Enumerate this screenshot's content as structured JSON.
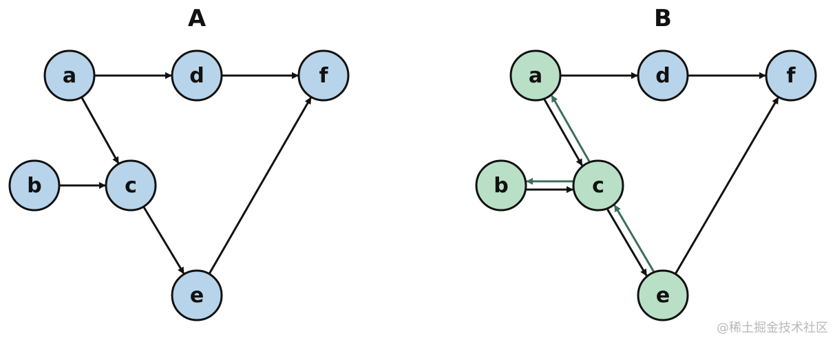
{
  "panels": [
    {
      "title": "A",
      "nodes": [
        {
          "id": "a",
          "label": "a",
          "color": "#b7d4ea"
        },
        {
          "id": "d",
          "label": "d",
          "color": "#b7d4ea"
        },
        {
          "id": "f",
          "label": "f",
          "color": "#b7d4ea"
        },
        {
          "id": "b",
          "label": "b",
          "color": "#b7d4ea"
        },
        {
          "id": "c",
          "label": "c",
          "color": "#b7d4ea"
        },
        {
          "id": "e",
          "label": "e",
          "color": "#b7d4ea"
        }
      ],
      "edges": [
        {
          "from": "a",
          "to": "d",
          "color": "#111111"
        },
        {
          "from": "d",
          "to": "f",
          "color": "#111111"
        },
        {
          "from": "a",
          "to": "c",
          "color": "#111111"
        },
        {
          "from": "b",
          "to": "c",
          "color": "#111111"
        },
        {
          "from": "c",
          "to": "e",
          "color": "#111111"
        },
        {
          "from": "e",
          "to": "f",
          "color": "#111111"
        }
      ]
    },
    {
      "title": "B",
      "nodes": [
        {
          "id": "a",
          "label": "a",
          "color": "#b9e0c6"
        },
        {
          "id": "d",
          "label": "d",
          "color": "#b7d4ea"
        },
        {
          "id": "f",
          "label": "f",
          "color": "#b7d4ea"
        },
        {
          "id": "b",
          "label": "b",
          "color": "#b9e0c6"
        },
        {
          "id": "c",
          "label": "c",
          "color": "#b9e0c6"
        },
        {
          "id": "e",
          "label": "e",
          "color": "#b9e0c6"
        }
      ],
      "edges": [
        {
          "from": "a",
          "to": "d",
          "color": "#111111"
        },
        {
          "from": "d",
          "to": "f",
          "color": "#111111"
        },
        {
          "from": "a",
          "to": "c",
          "color": "#111111"
        },
        {
          "from": "c",
          "to": "a",
          "color": "#3d6e58"
        },
        {
          "from": "b",
          "to": "c",
          "color": "#111111"
        },
        {
          "from": "c",
          "to": "b",
          "color": "#3d6e58"
        },
        {
          "from": "c",
          "to": "e",
          "color": "#111111"
        },
        {
          "from": "e",
          "to": "c",
          "color": "#3d6e58"
        },
        {
          "from": "e",
          "to": "f",
          "color": "#111111"
        }
      ]
    }
  ],
  "watermark": "@稀土掘金技术社区"
}
